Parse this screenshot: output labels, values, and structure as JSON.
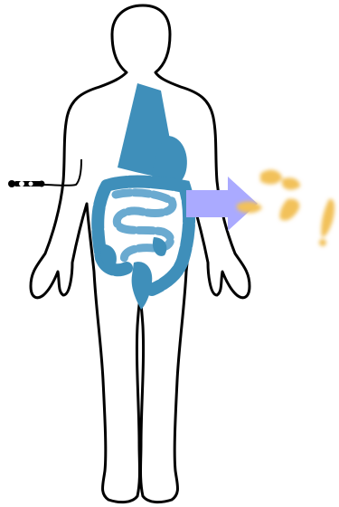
{
  "diagram": {
    "colors": {
      "outline": "#000000",
      "organ": "#3f8fba",
      "organ_light": "#6aaad0",
      "arrow": "#aaaaff",
      "pellet": "#f2c15a",
      "background": "#ffffff"
    },
    "icons": [
      "human-body-outline",
      "digestive-tract",
      "syringe",
      "arrow",
      "pellets"
    ]
  }
}
